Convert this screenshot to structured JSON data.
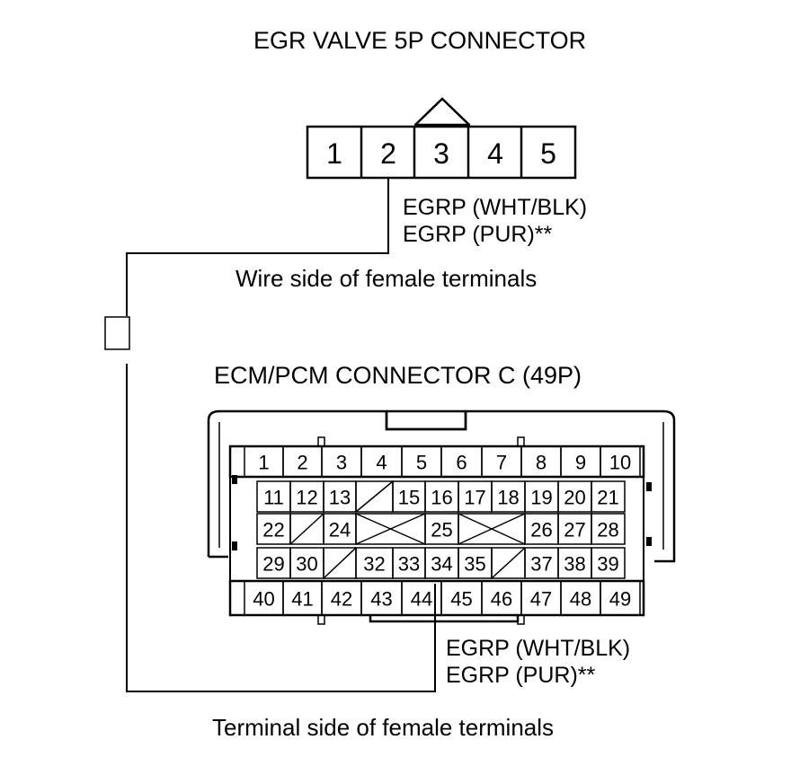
{
  "egr_connector": {
    "title": "EGR VALVE 5P CONNECTOR",
    "pins": [
      "1",
      "2",
      "3",
      "4",
      "5"
    ],
    "wire_label_1": "EGRP (WHT/BLK)",
    "wire_label_2": "EGRP (PUR)**",
    "side_label": "Wire side of female terminals"
  },
  "ecm_connector": {
    "title": "ECM/PCM CONNECTOR C (49P)",
    "row1": [
      "1",
      "2",
      "3",
      "4",
      "5",
      "6",
      "7",
      "8",
      "9",
      "10"
    ],
    "row2": [
      "11",
      "12",
      "13",
      "",
      "15",
      "16",
      "17",
      "18",
      "19",
      "20",
      "21"
    ],
    "row3": [
      "22",
      "",
      "24",
      "",
      "25",
      "",
      "26",
      "27",
      "28"
    ],
    "row4": [
      "29",
      "30",
      "",
      "32",
      "33",
      "34",
      "35",
      "",
      "37",
      "38",
      "39"
    ],
    "row5": [
      "40",
      "41",
      "42",
      "43",
      "44",
      "45",
      "46",
      "47",
      "48",
      "49"
    ],
    "wire_label_1": "EGRP (WHT/BLK)",
    "wire_label_2": "EGRP (PUR)**",
    "side_label": "Terminal side of female terminals"
  }
}
